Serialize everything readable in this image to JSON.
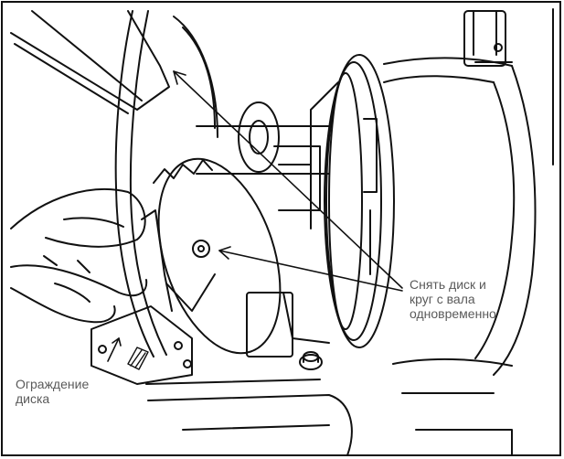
{
  "figure": {
    "callouts": {
      "remove_disc": {
        "line1": "Снять диск и",
        "line2": "круг с вала",
        "line3": "одновременно"
      },
      "disc_guard": {
        "line1": "Ограждение",
        "line2": "диска"
      }
    },
    "colors": {
      "ink": "#111111",
      "label": "#5a5a5a",
      "background": "#ffffff"
    }
  }
}
